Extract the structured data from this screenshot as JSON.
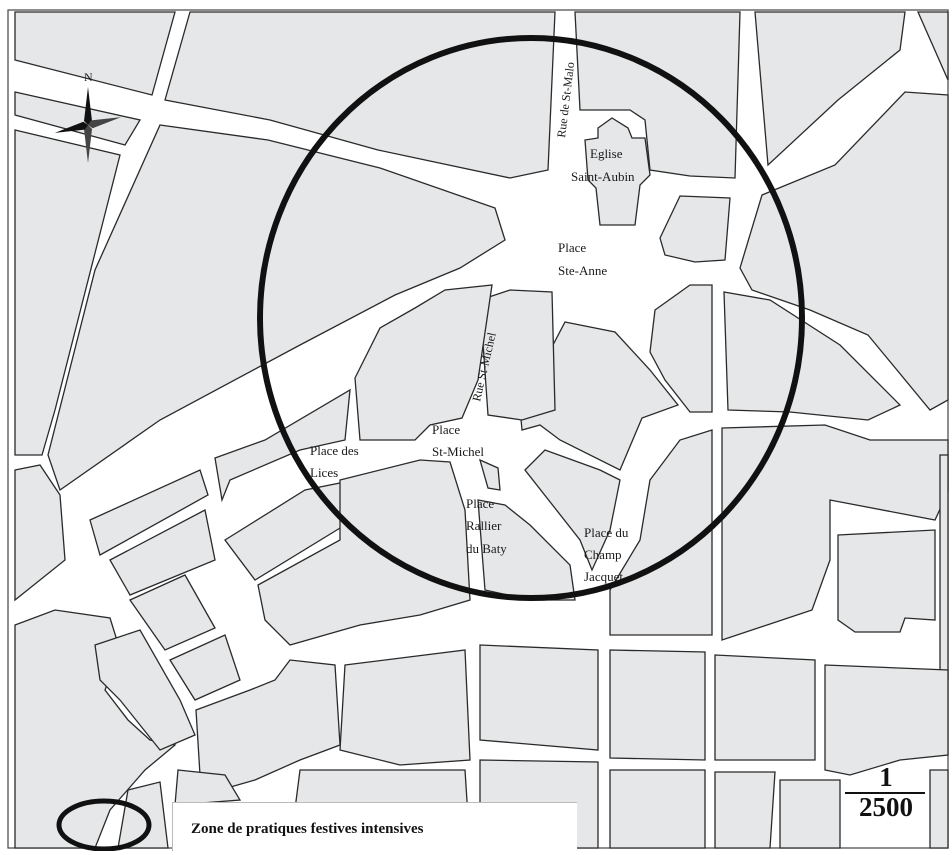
{
  "map": {
    "compass_north": "N",
    "places": {
      "eglise_line1": "Eglise",
      "eglise_line2": "Saint-Aubin",
      "ste_anne_line1": "Place",
      "ste_anne_line2": "Ste-Anne",
      "lices_line1": "Place des",
      "lices_line2": "Lices",
      "st_michel_line1": "Place",
      "st_michel_line2": "St-Michel",
      "rallier_line1": "Place",
      "rallier_line2": "Rallier",
      "rallier_line3": "du Baty",
      "champ_line1": "Place du",
      "champ_line2": "Champ",
      "champ_line3": "Jacquet"
    },
    "streets": {
      "rue_st_malo": "Rue de St-Malo",
      "rue_st_michel": "Rue St-Michel"
    },
    "highlight_zone": "circle"
  },
  "legend": {
    "label": "Zone de pratiques festives intensives"
  },
  "scale": {
    "numerator": "1",
    "denominator": "2500"
  },
  "colors": {
    "block_fill": "#e6e7e8",
    "block_stroke": "#2a2a2a",
    "street": "#ffffff",
    "highlight": "#111111"
  }
}
